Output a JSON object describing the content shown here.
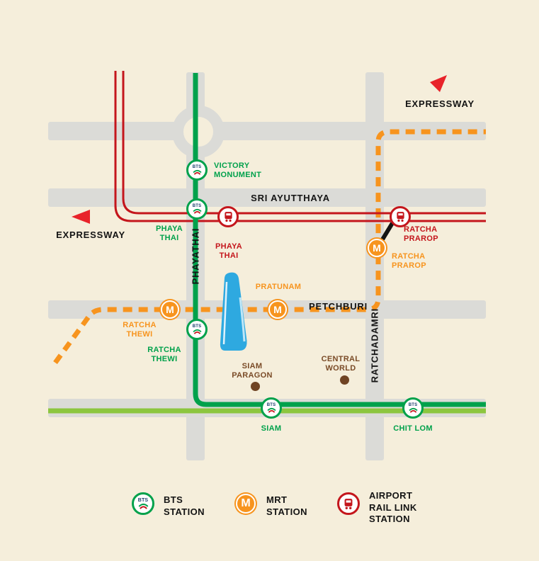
{
  "colors": {
    "background": "#F5EEDB",
    "road_gray": "#DBDBD7",
    "bts_green": "#00A14B",
    "sukhumvit_light_green": "#8CC63F",
    "mrt_orange": "#F7941E",
    "arl_red": "#C4161C",
    "poi_brown": "#6F4323",
    "building_blue": "#2EA9E0",
    "text_black": "#141414"
  },
  "marker_glyphs": {
    "bts": "BTS",
    "mrt": "M"
  },
  "roads": {
    "sri_ayutthaya": "SRI AYUTTHAYA",
    "phayathai": "PHAYATHAI",
    "petchburi": "PETCHBURI",
    "ratchadamri": "RATCHADAMRI"
  },
  "expressway": {
    "label": "EXPRESSWAY"
  },
  "stations": {
    "victory_monument": {
      "label": "VICTORY\nMONUMENT",
      "type": "bts"
    },
    "phaya_thai_bts": {
      "label": "PHAYA\nTHAI",
      "type": "bts"
    },
    "phaya_thai_arl": {
      "label": "PHAYA\nTHAI",
      "type": "arl"
    },
    "ratcha_prarop_arl": {
      "label": "RATCHA\nPRAROP",
      "type": "arl"
    },
    "ratcha_prarop_mrt": {
      "label": "RATCHA\nPRAROP",
      "type": "mrt"
    },
    "ratcha_thewi_mrt": {
      "label": "RATCHA\nTHEWI",
      "type": "mrt"
    },
    "ratcha_thewi_bts": {
      "label": "RATCHA\nTHEWI",
      "type": "bts"
    },
    "pratunam_mrt": {
      "label": "PRATUNAM",
      "type": "mrt"
    },
    "siam_bts": {
      "label": "SIAM",
      "type": "bts"
    },
    "chit_lom_bts": {
      "label": "CHIT LOM",
      "type": "bts"
    }
  },
  "pois": {
    "siam_paragon": {
      "label": "SIAM\nPARAGON"
    },
    "central_world": {
      "label": "CENTRAL\nWORLD"
    }
  },
  "legend": {
    "bts": "BTS\nSTATION",
    "mrt": "MRT\nSTATION",
    "arl": "AIRPORT\nRAIL LINK\nSTATION"
  }
}
